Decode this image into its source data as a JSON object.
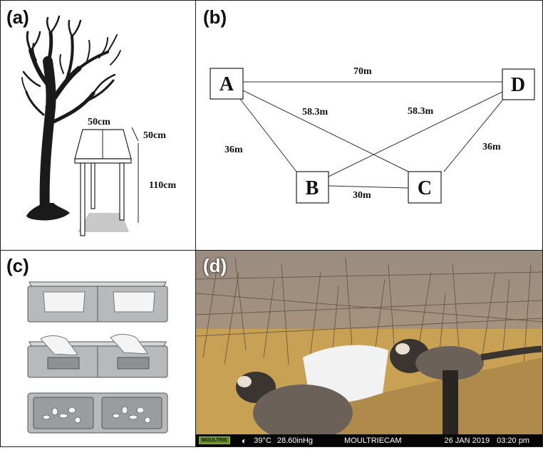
{
  "panels": {
    "a": {
      "label": "(a)",
      "width_label": "50cm",
      "depth_label": "50cm",
      "height_label": "110cm"
    },
    "b": {
      "label": "(b)",
      "nodes": {
        "A": "A",
        "B": "B",
        "C": "C",
        "D": "D"
      },
      "edges": {
        "AD": "70m",
        "AC": "58.3m",
        "BD": "58.3m",
        "AB": "36m",
        "CD": "36m",
        "BC": "30m"
      }
    },
    "c": {
      "label": "(c)"
    },
    "d": {
      "label": "(d)",
      "camera": {
        "brand": "MOULTRIE",
        "temperature": "39°C",
        "pressure": "28.60inHg",
        "model": "MOULTRIECAM",
        "date": "26 JAN 2019",
        "time": "03:20 pm"
      }
    }
  },
  "colors": {
    "tree": "#1a1a1a",
    "shadow": "#c8c8c8",
    "tray_fill": "#b7b9bb",
    "tray_dark": "#8e9092",
    "photo_ground": "#c9a154",
    "photo_brush": "#8b7a68"
  }
}
